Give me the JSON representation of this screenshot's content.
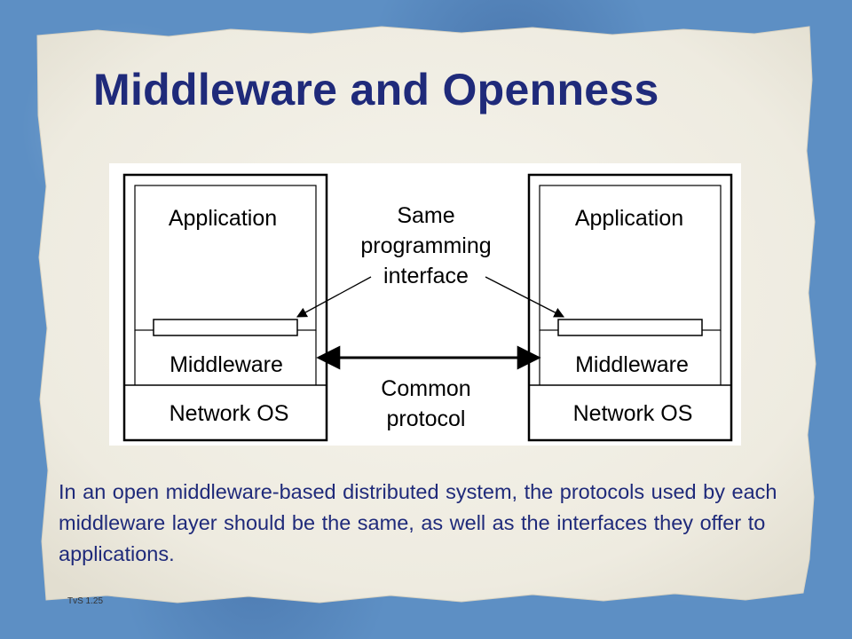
{
  "slide": {
    "title": "Middleware and Openness",
    "body": "In an open middleware-based distributed system, the protocols used by each middleware layer should be the same, as well as the interfaces they offer to applications.",
    "footer": "TvS 1.25"
  },
  "diagram": {
    "left_host": {
      "application": "Application",
      "middleware": "Middleware",
      "network_os": "Network OS"
    },
    "right_host": {
      "application": "Application",
      "middleware": "Middleware",
      "network_os": "Network OS"
    },
    "interface_label": [
      "Same",
      "programming",
      "interface"
    ],
    "protocol_label": [
      "Common",
      "protocol"
    ]
  },
  "colors": {
    "background": "#5d8fc4",
    "paper": "#f0eee4",
    "title": "#1f2a7a",
    "body_text": "#1f2a7a"
  }
}
